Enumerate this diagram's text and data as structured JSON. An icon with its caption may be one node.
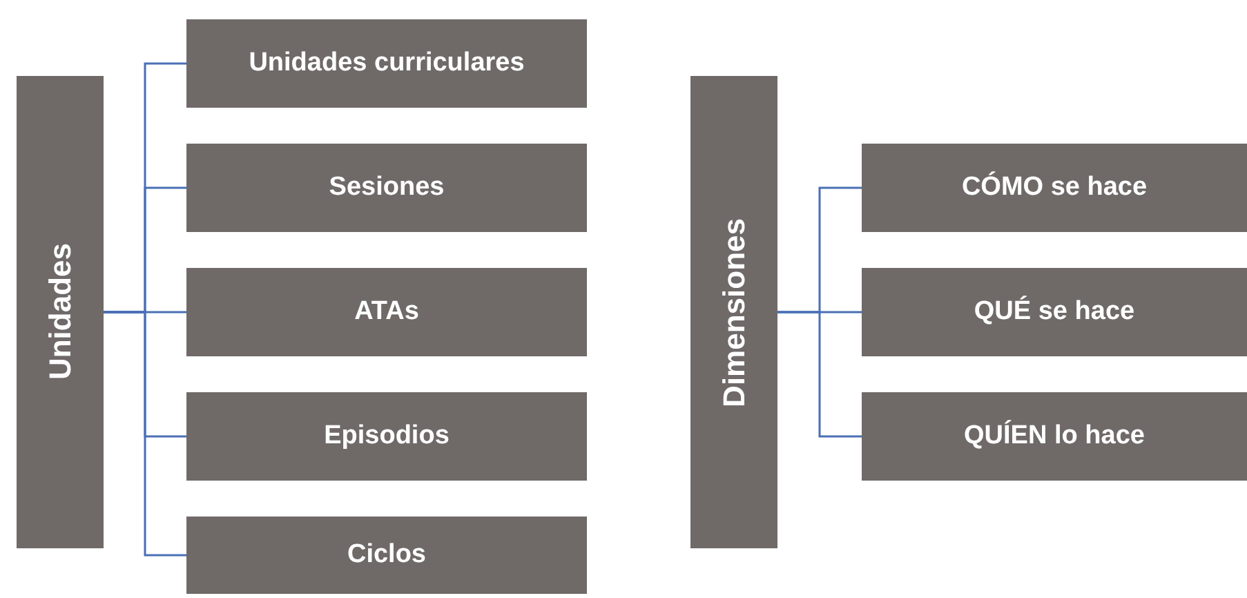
{
  "diagram": {
    "nodes": [
      {
        "text": [
          "Unidades"
        ]
      },
      {
        "text": [
          "Unidades curriculares"
        ]
      },
      {
        "text": [
          "Sesiones"
        ]
      },
      {
        "text": [
          "ATAs"
        ]
      },
      {
        "text": [
          "Episodios"
        ]
      },
      {
        "text": [
          "Ciclos"
        ]
      },
      {
        "text": [
          "Dimensiones"
        ]
      },
      {
        "text": [
          "CÓMO se hace"
        ]
      },
      {
        "text": [
          "QUÉ se hace"
        ]
      },
      {
        "text": [
          "QUÍEN lo hace"
        ]
      }
    ],
    "edges": [
      {
        "from": 0,
        "to": 1,
        "arrow": "none"
      },
      {
        "from": 0,
        "to": 2,
        "arrow": "none"
      },
      {
        "from": 0,
        "to": 3,
        "arrow": "none"
      },
      {
        "from": 0,
        "to": 4,
        "arrow": "none"
      },
      {
        "from": 0,
        "to": 5,
        "arrow": "none"
      },
      {
        "from": 6,
        "to": 7,
        "arrow": "none"
      },
      {
        "from": 6,
        "to": 8,
        "arrow": "none"
      },
      {
        "from": 6,
        "to": 9,
        "arrow": "none"
      }
    ]
  }
}
